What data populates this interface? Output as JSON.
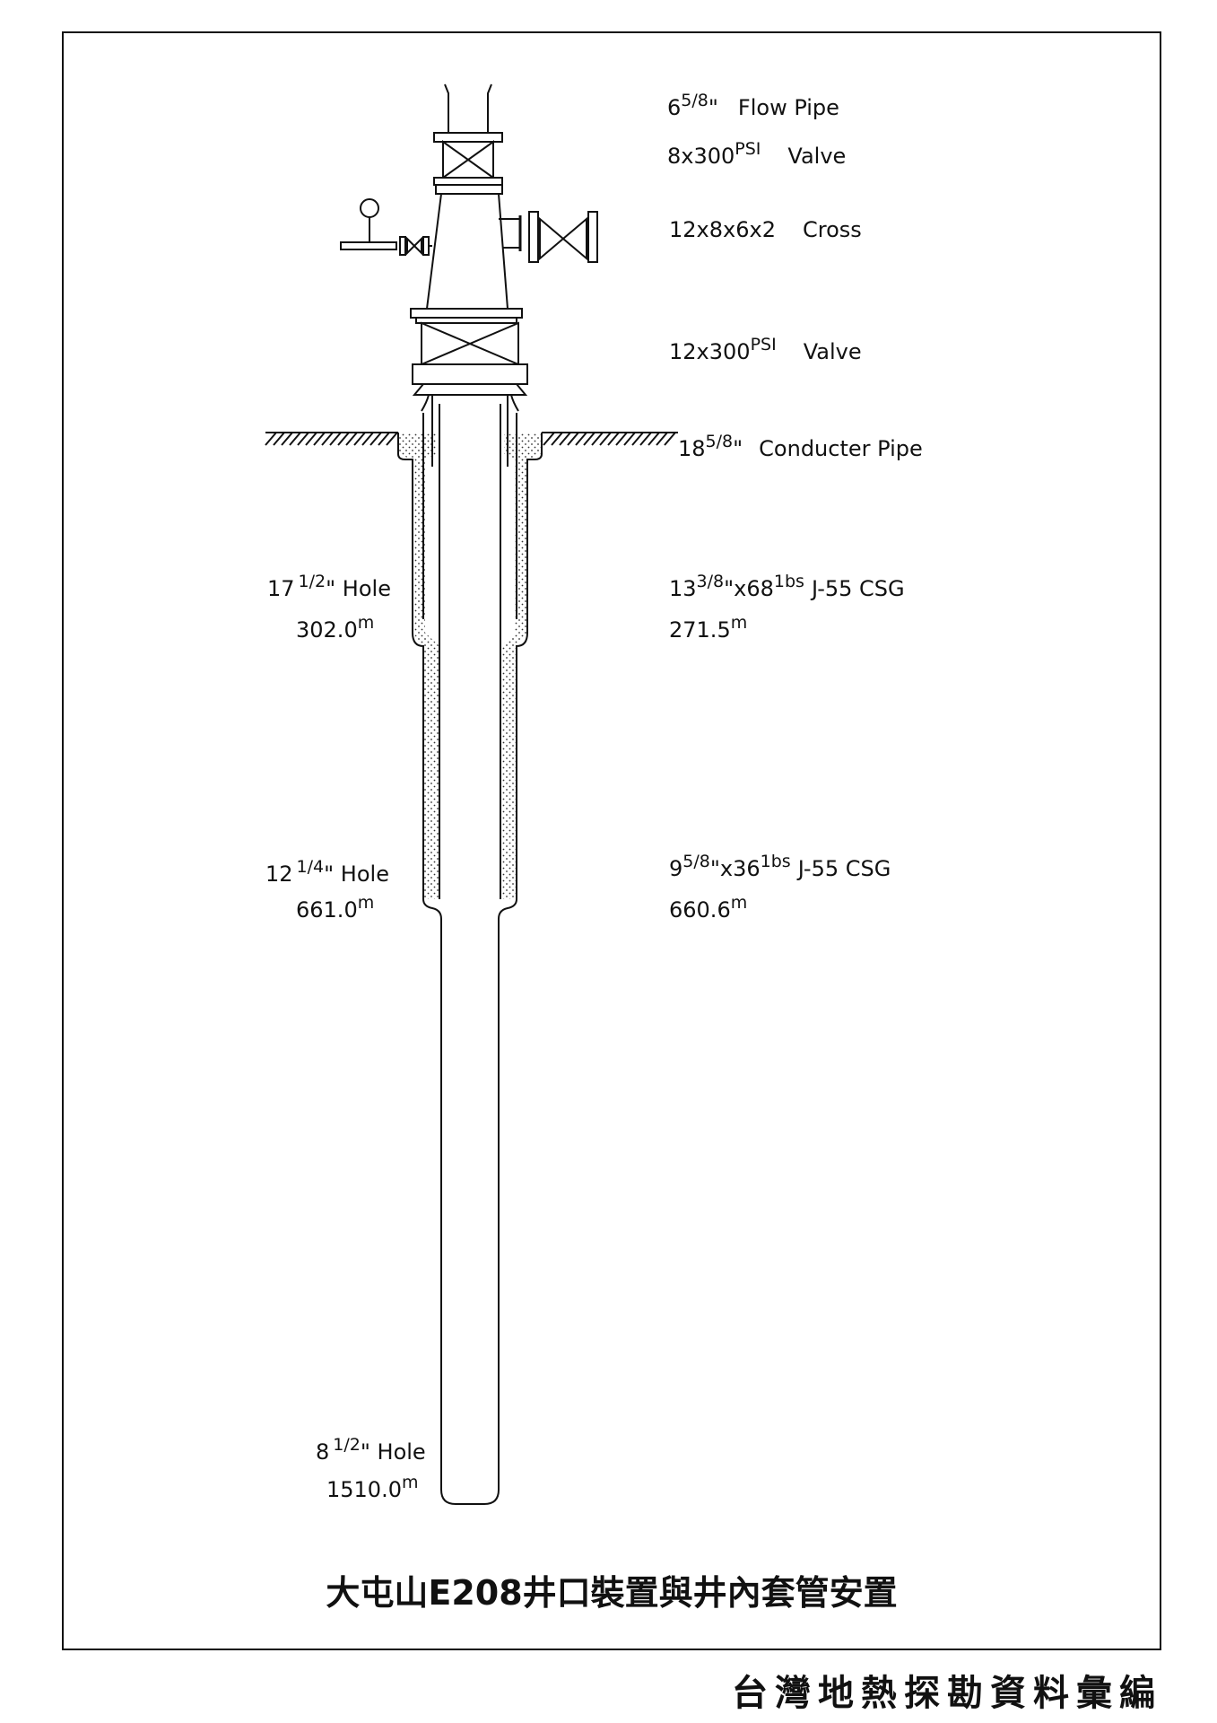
{
  "title": "大屯山E208井口裝置與井內套管安置",
  "footer": "台灣地熱探勘資料彙編",
  "wellhead": {
    "flow_pipe": {
      "size_whole": "6",
      "size_frac": "5/8",
      "quote": "\"",
      "desc": "Flow Pipe"
    },
    "top_valve": {
      "size": "8x300",
      "unit": "PSI",
      "desc": "Valve"
    },
    "cross": {
      "size": "12x8x6x2",
      "desc": "Cross"
    },
    "master_valve": {
      "size": "12x300",
      "unit": "PSI",
      "desc": "Valve"
    },
    "conductor": {
      "size_whole": "18",
      "size_frac": "5/8",
      "quote": "\"",
      "desc": "Conducter Pipe"
    }
  },
  "casings": [
    {
      "size_whole": "13",
      "size_frac": "3/8",
      "weight": "\"x68",
      "weight_unit": "1bs",
      "grade": "J-55 CSG",
      "depth": "271.5",
      "depth_unit": "m"
    },
    {
      "size_whole": "9",
      "size_frac": "5/8",
      "weight": "\"x36",
      "weight_unit": "1bs",
      "grade": "J-55 CSG",
      "depth": "660.6",
      "depth_unit": "m"
    }
  ],
  "holes": [
    {
      "size_whole": "17",
      "size_frac": "1/2",
      "desc": "\" Hole",
      "depth": "302.0",
      "depth_unit": "m"
    },
    {
      "size_whole": "12",
      "size_frac": "1/4",
      "desc": "\" Hole",
      "depth": "661.0",
      "depth_unit": "m"
    },
    {
      "size_whole": "8",
      "size_frac": "1/2",
      "desc": "\" Hole",
      "depth": "1510.0",
      "depth_unit": "m"
    }
  ]
}
